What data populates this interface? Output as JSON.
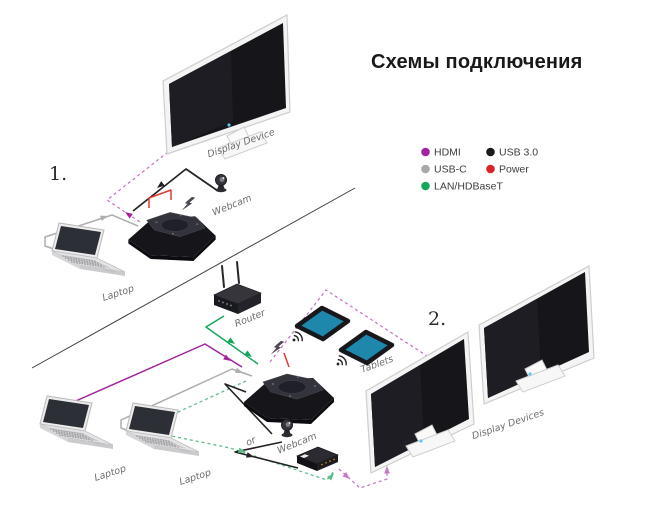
{
  "title": "Схемы подключения",
  "legend": {
    "items": [
      {
        "label": "HDMI",
        "color": "#a1239e"
      },
      {
        "label": "USB 3.0",
        "color": "#1a1a1a"
      },
      {
        "label": "USB-C",
        "color": "#a8a8a8"
      },
      {
        "label": "Power",
        "color": "#d8232a"
      },
      {
        "label": "LAN/HDBaseT",
        "color": "#12a75a"
      }
    ]
  },
  "connection_colors": {
    "hdmi_solid": "#a1239e",
    "hdmi_wireless_dashed": "#c878c6",
    "usb_c": "#aeaeae",
    "usb3": "#222222",
    "lan_solid": "#12a75a",
    "lan_dashed": "#5fbd8c",
    "power": "#e23b30"
  },
  "diagram1": {
    "number": "1.",
    "display_label": "Display Device",
    "webcam_label": "Webcam",
    "laptop_label": "Laptop"
  },
  "diagram2": {
    "number": "2.",
    "router_label": "Router",
    "tablets_label": "Tablets",
    "webcam_label": "Webcam",
    "or_label": "or",
    "laptop_a_label": "Laptop",
    "laptop_b_label": "Laptop",
    "displays_label": "Display Devices"
  },
  "icons": {
    "power_bolt": "lightning-bolt",
    "wireless": "wifi-cast-arcs"
  }
}
